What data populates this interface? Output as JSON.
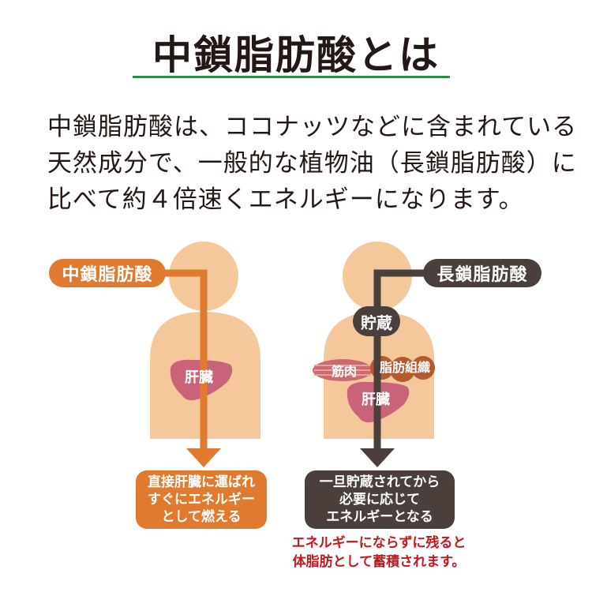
{
  "title": "中鎖脂肪酸とは",
  "intro": {
    "lines": [
      "中鎖脂肪酸は、ココナッツなどに含まれている",
      "天然成分で、一般的な植物油（長鎖脂肪酸）に",
      "比べて約４倍速くエネルギーになります。"
    ]
  },
  "left_figure": {
    "label": "中鎖脂肪酸",
    "liver": "肝臓",
    "result_lines": [
      "直接肝臓に運ばれ",
      "すぐにエネルギー",
      "として燃える"
    ]
  },
  "right_figure": {
    "label": "長鎖脂肪酸",
    "storage": "貯蔵",
    "muscle": "筋肉",
    "fat_tissue": "脂肪組織",
    "liver": "肝臓",
    "result_lines": [
      "一旦貯蔵されてから",
      "必要に応じて",
      "エネルギーとなる"
    ],
    "warning_lines": [
      "エネルギーにならずに残ると",
      "体脂肪として蓄積されます。"
    ]
  },
  "colors": {
    "mct": "#e07a2e",
    "lct": "#4a3f3a",
    "body": "#f4c89a",
    "liver": "#c9637a",
    "warning": "#c8161d",
    "rule": "#2e8a4a"
  }
}
